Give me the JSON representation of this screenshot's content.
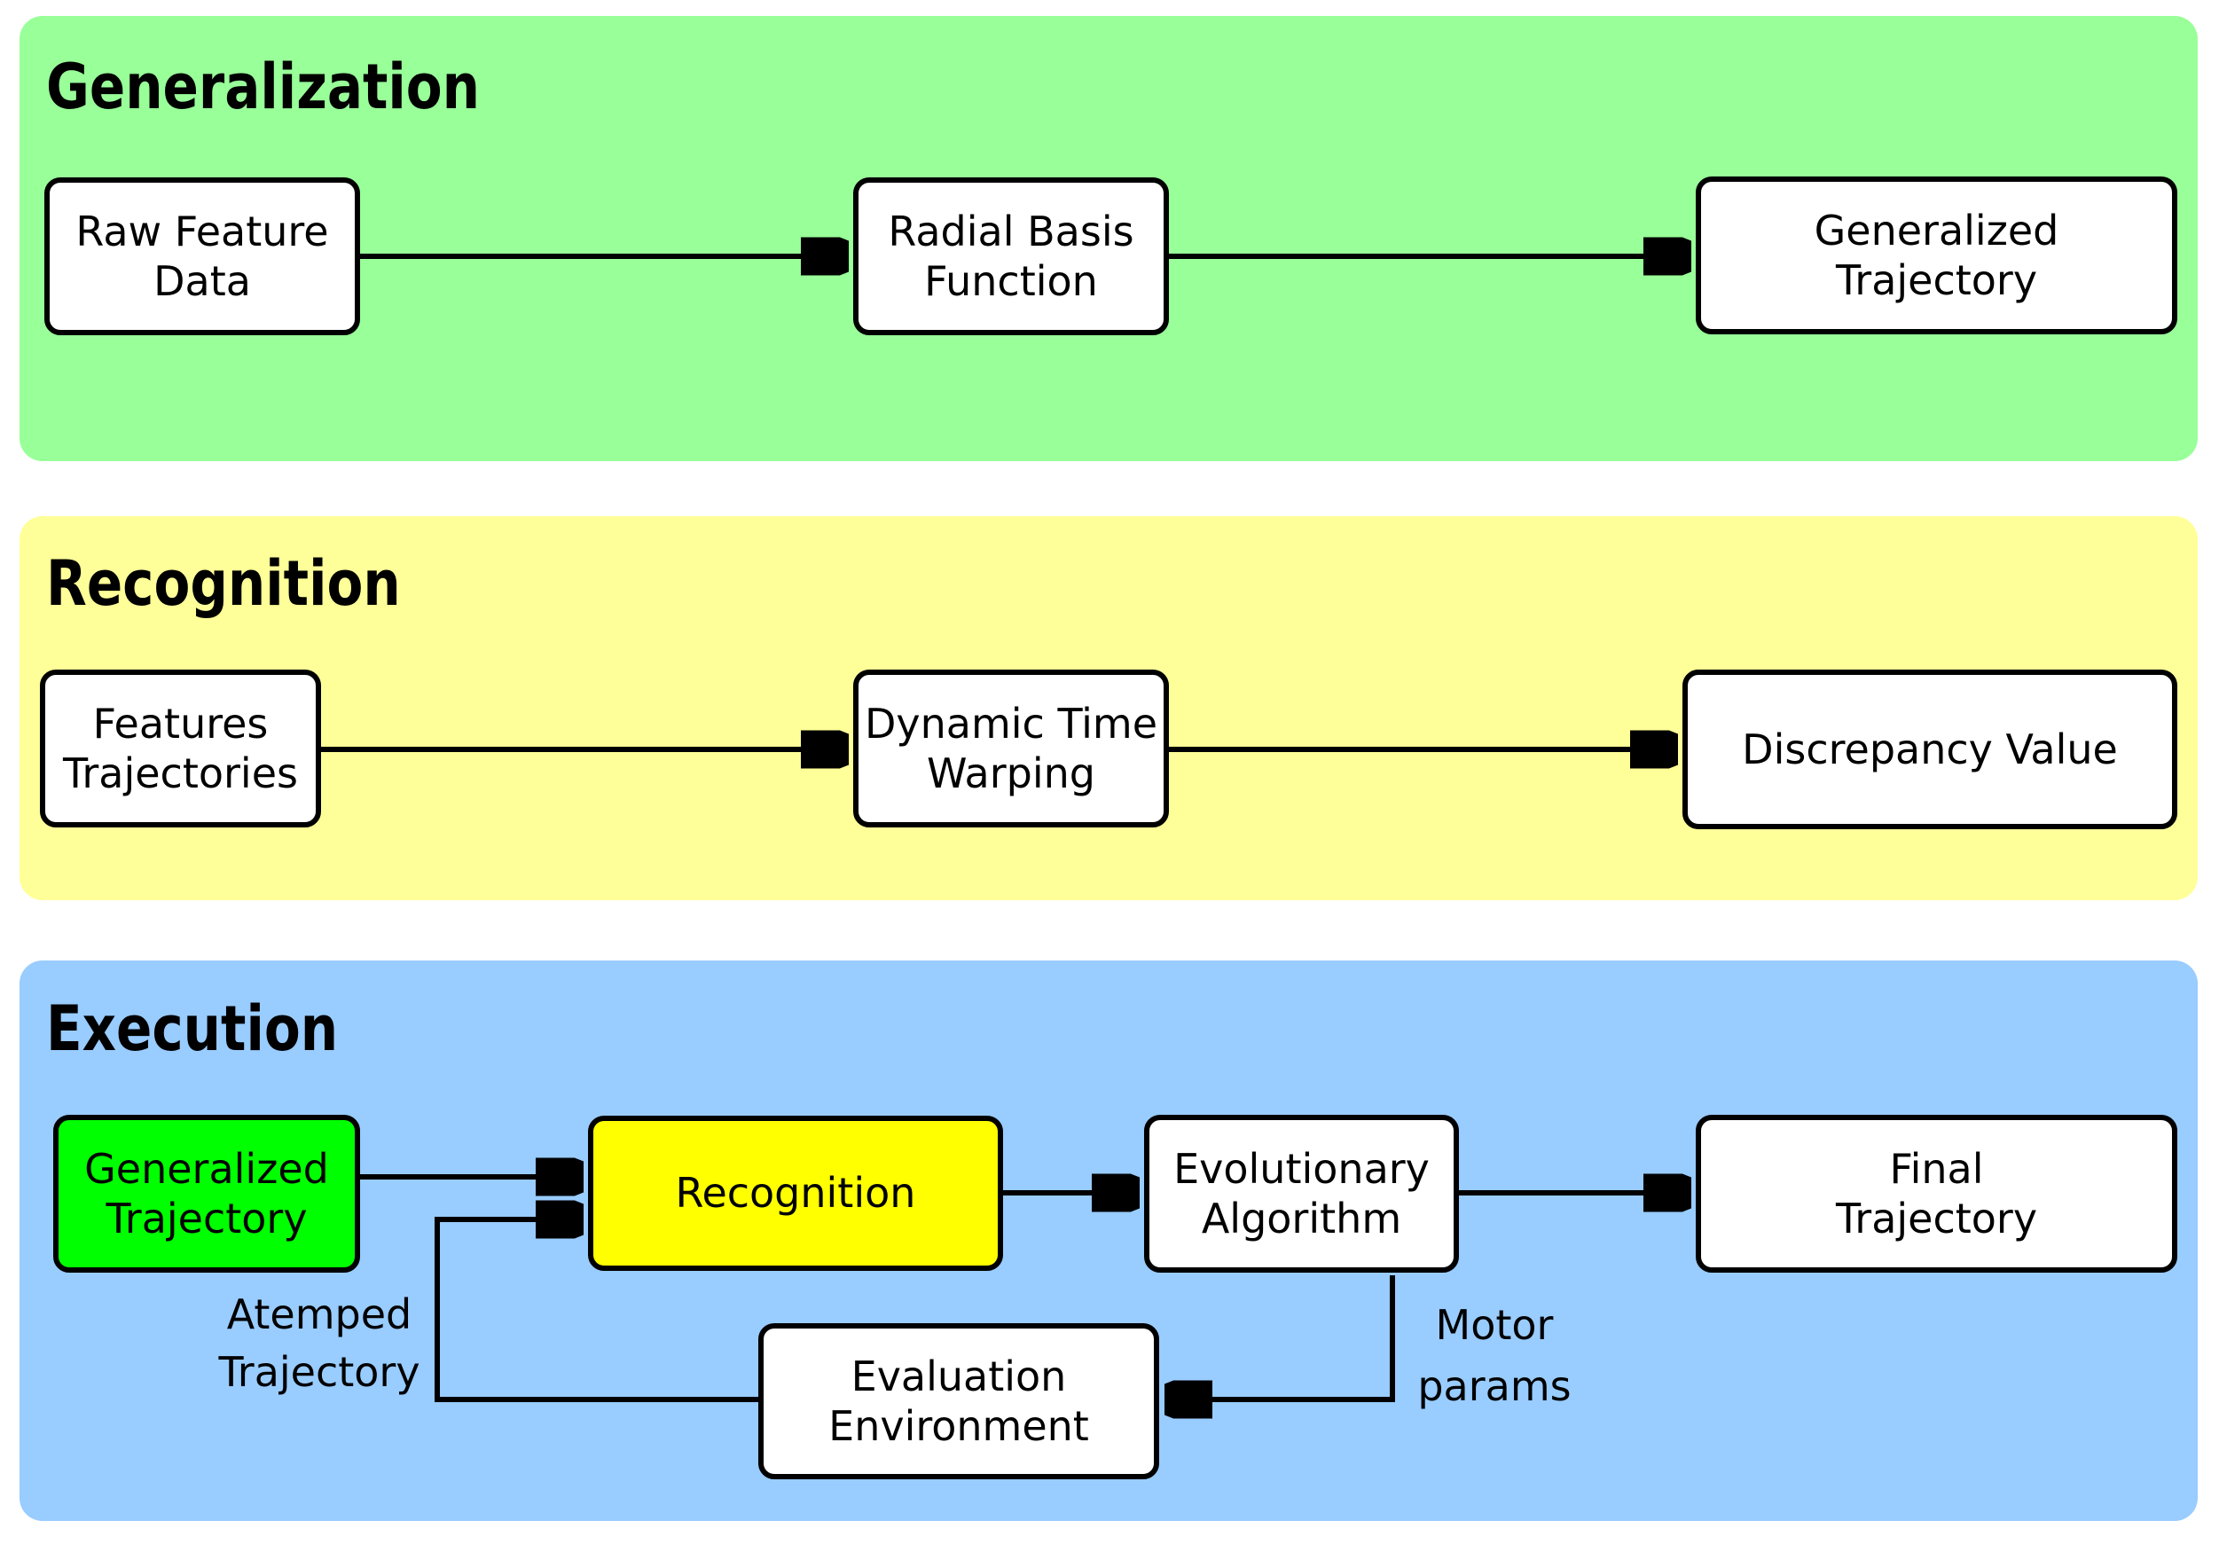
{
  "colors": {
    "panel_green": "#99FF99",
    "panel_yellow": "#FFFF99",
    "panel_blue": "#99CCFF",
    "box_green": "#00FF00",
    "box_yellow": "#FFFF00",
    "box_white": "#FFFFFF",
    "line_black": "#000000",
    "page_bg": "#FFFFFF"
  },
  "generalization": {
    "title": "Generalization",
    "boxes": {
      "raw_feature_data": "Raw Feature\nData",
      "radial_basis_function": "Radial Basis\nFunction",
      "generalized_trajectory": "Generalized\nTrajectory"
    }
  },
  "recognition": {
    "title": "Recognition",
    "boxes": {
      "features_trajectories": "Features\nTrajectories",
      "dynamic_time_warping": "Dynamic Time\nWarping",
      "discrepancy_value": "Discrepancy Value"
    }
  },
  "execution": {
    "title": "Execution",
    "boxes": {
      "generalized_trajectory": "Generalized\nTrajectory",
      "recognition": "Recognition",
      "evolutionary_algorithm": "Evolutionary\nAlgorithm",
      "final_trajectory": "Final\nTrajectory",
      "evaluation_environment": "Evaluation\nEnvironment"
    },
    "labels": {
      "attempted_trajectory": "Atemped\nTrajectory",
      "motor_params": "Motor\nparams"
    }
  }
}
